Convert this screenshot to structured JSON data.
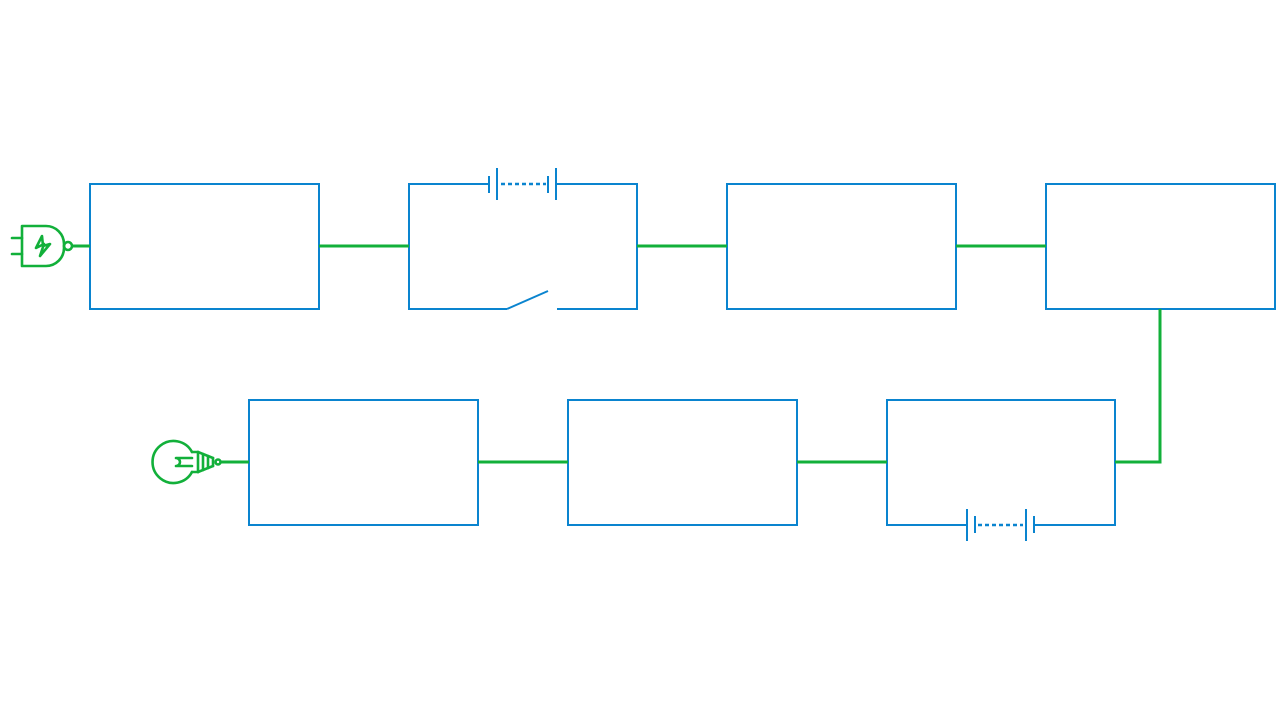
{
  "diagram": {
    "kind": "circuit-block-diagram",
    "colors": {
      "block_stroke": "#0a84cf",
      "wire": "#12b03a",
      "icon": "#12b03a",
      "background": "#ffffff"
    },
    "icons": {
      "source": "power-plug-icon",
      "output": "light-bulb-icon"
    },
    "symbols": [
      "battery-symbol",
      "switch-symbol"
    ],
    "blocks": [
      {
        "id": "block-1",
        "label": ""
      },
      {
        "id": "block-2",
        "label": ""
      },
      {
        "id": "block-3",
        "label": ""
      },
      {
        "id": "block-4",
        "label": ""
      },
      {
        "id": "block-5",
        "label": ""
      },
      {
        "id": "block-6",
        "label": ""
      },
      {
        "id": "block-7",
        "label": ""
      }
    ]
  }
}
